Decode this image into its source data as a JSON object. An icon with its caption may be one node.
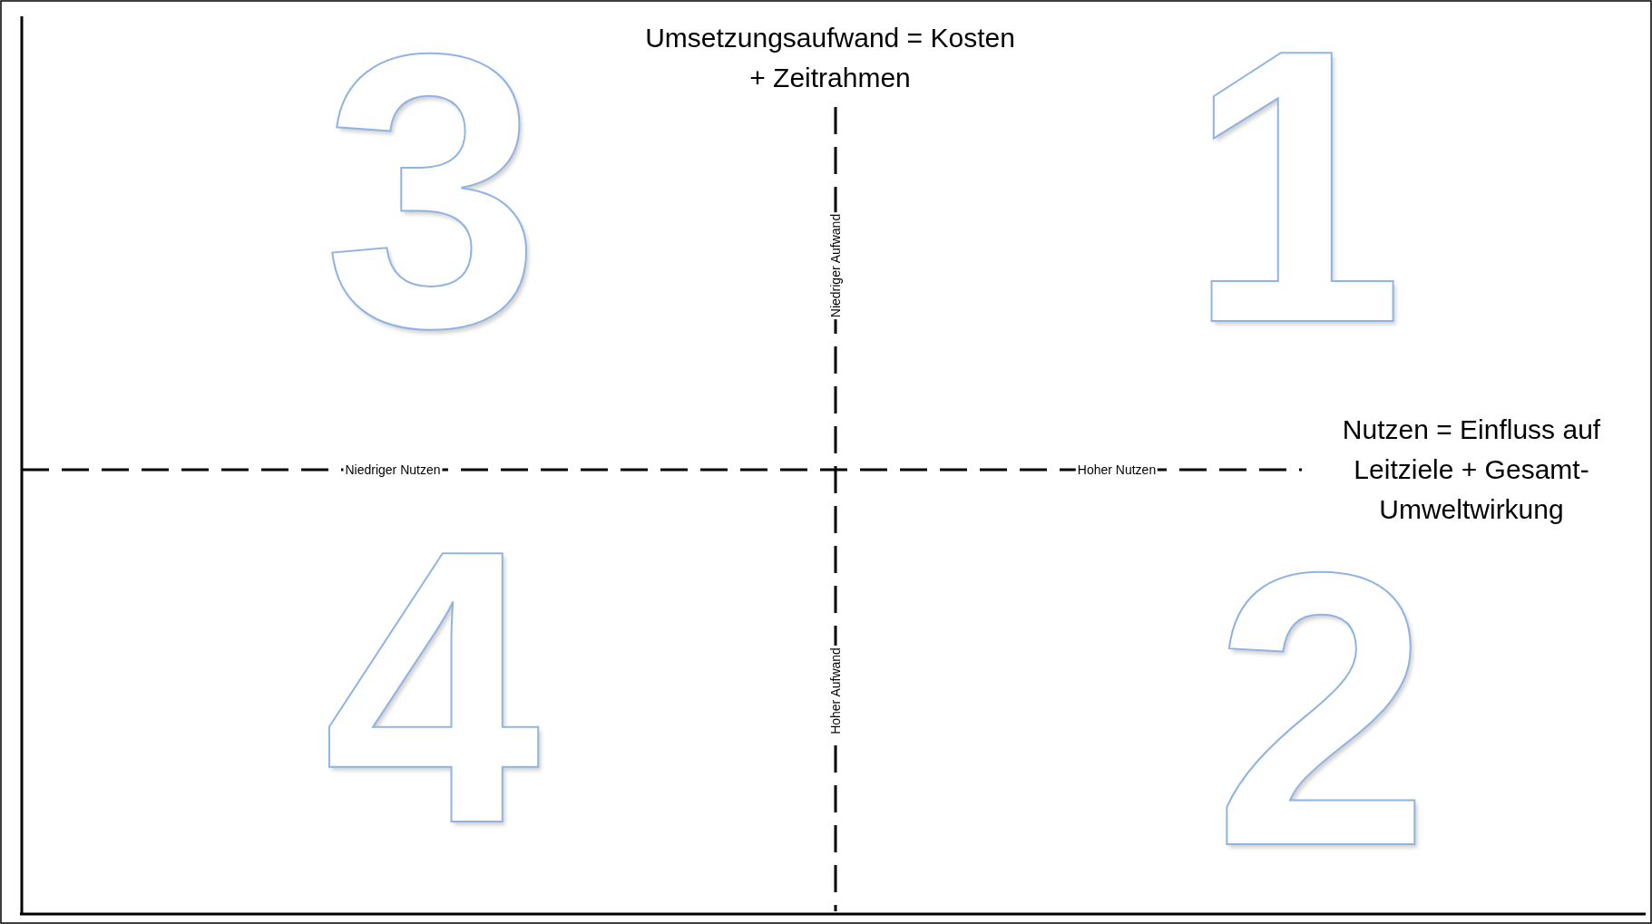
{
  "diagram": {
    "labels": [
      "3",
      "Umsetzungsaufwand = Kosten + Zeitrahmen",
      "1",
      "Niedriger Aufwand",
      "Nutzen = Einfluss auf Leitziele + Gesamt-Umweltwirkung",
      "Niedriger Nutzen",
      "Hoher Nutzen",
      "4",
      "Hoher Aufwand",
      "2"
    ]
  }
}
